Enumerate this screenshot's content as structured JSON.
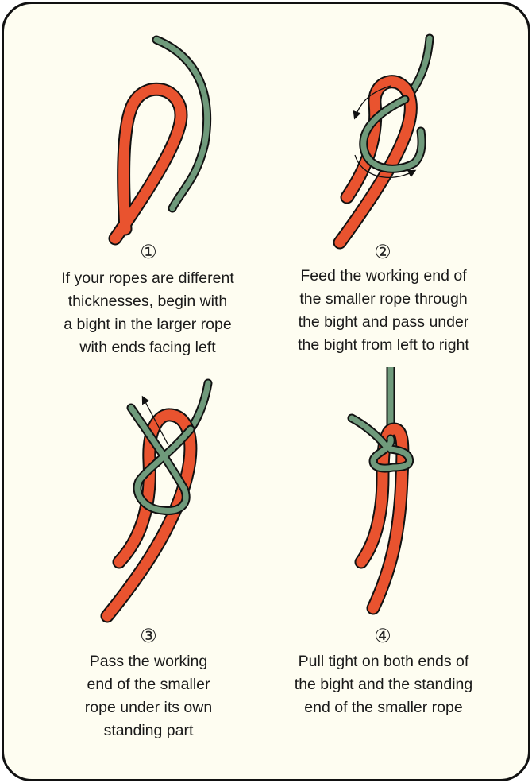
{
  "colors": {
    "large_rope": "#e9532f",
    "small_rope": "#6f9a7b",
    "background": "#fefdf1",
    "outline": "#111111"
  },
  "steps": [
    {
      "number": "①",
      "lines": [
        "If your ropes are different",
        "thicknesses, begin with",
        "a bight in the larger rope",
        "with ends facing left"
      ]
    },
    {
      "number": "②",
      "lines": [
        "Feed the working end of",
        "the smaller rope through",
        "the bight and pass under",
        "the bight from left to right"
      ]
    },
    {
      "number": "③",
      "lines": [
        "Pass the working",
        "end of the smaller",
        "rope under its own",
        "standing part"
      ]
    },
    {
      "number": "④",
      "lines": [
        "Pull tight on both ends of",
        "the bight and the standing",
        "end of the smaller rope"
      ]
    }
  ]
}
